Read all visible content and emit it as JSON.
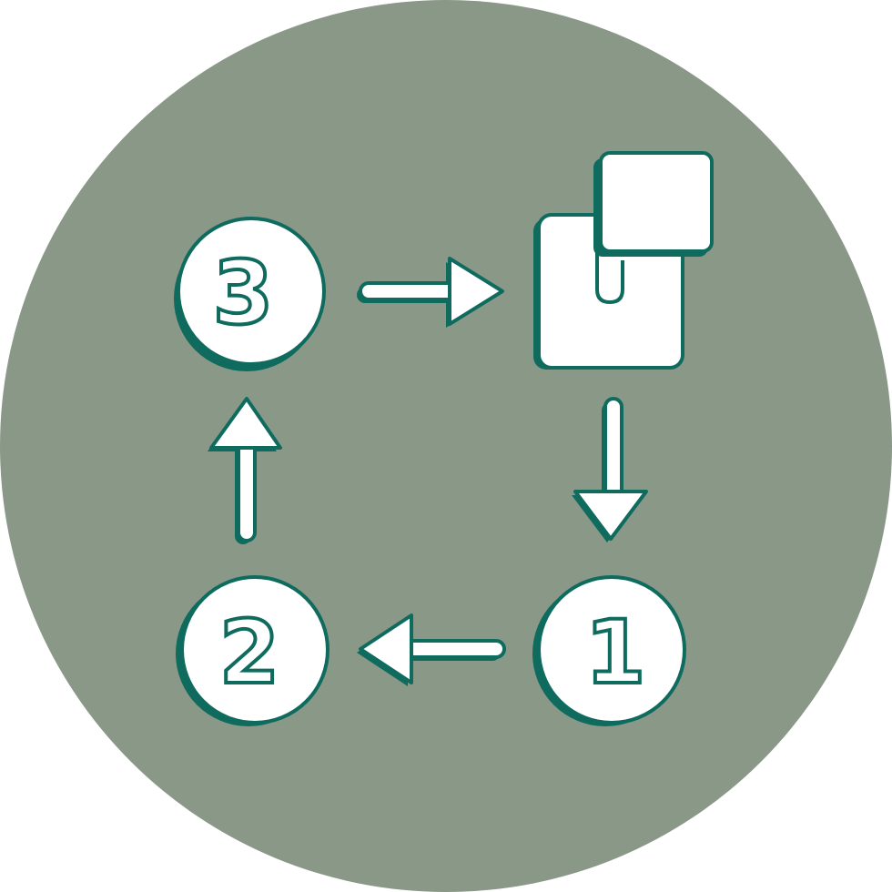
{
  "colors": {
    "background": "#ffffff",
    "disc": "#8a9888",
    "outline": "#0e6b5e",
    "fill": "#ffffff"
  },
  "icon": {
    "name": "process-cycle-icon",
    "steps": [
      {
        "label": "1",
        "icon": "step-one-circle"
      },
      {
        "label": "2",
        "icon": "step-two-circle"
      },
      {
        "label": "3",
        "icon": "step-three-circle"
      }
    ],
    "result_icon": "overlapping-squares-icon",
    "arrows": [
      "arrow-right-icon",
      "arrow-down-icon",
      "arrow-left-icon",
      "arrow-up-icon"
    ]
  }
}
